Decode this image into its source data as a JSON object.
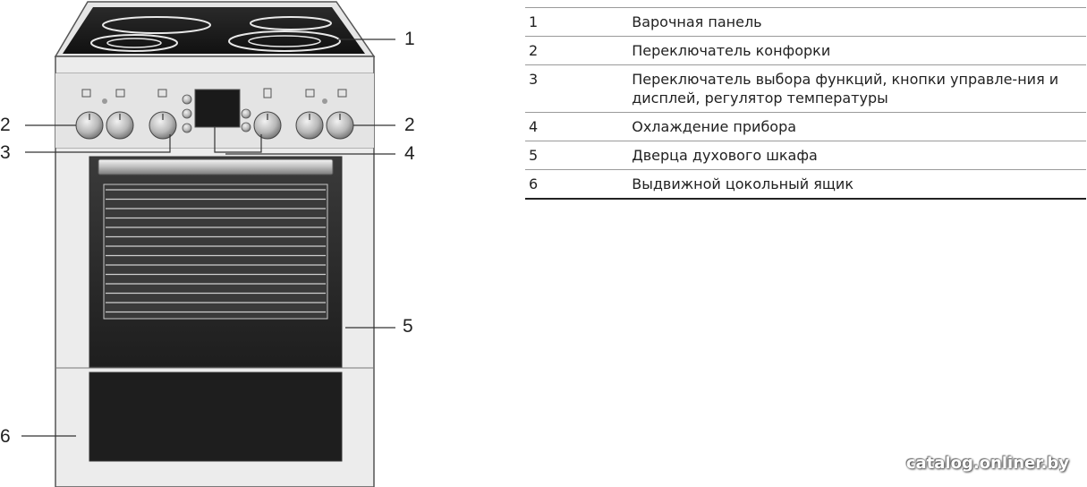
{
  "callouts": {
    "c1": "1",
    "c2_left": "2",
    "c2_right": "2",
    "c3": "3",
    "c4": "4",
    "c5": "5",
    "c6": "6"
  },
  "legend": [
    {
      "num": "1",
      "text": "Варочная панель"
    },
    {
      "num": "2",
      "text": "Переключатель конфорки"
    },
    {
      "num": "3",
      "text": "Переключатель выбора функций, кнопки управле-ния и дисплей, регулятор температуры"
    },
    {
      "num": "4",
      "text": "Охлаждение прибора"
    },
    {
      "num": "5",
      "text": "Дверца духового шкафа"
    },
    {
      "num": "6",
      "text": "Выдвижной цокольный ящик"
    }
  ],
  "watermark": "catalog.onliner.by"
}
